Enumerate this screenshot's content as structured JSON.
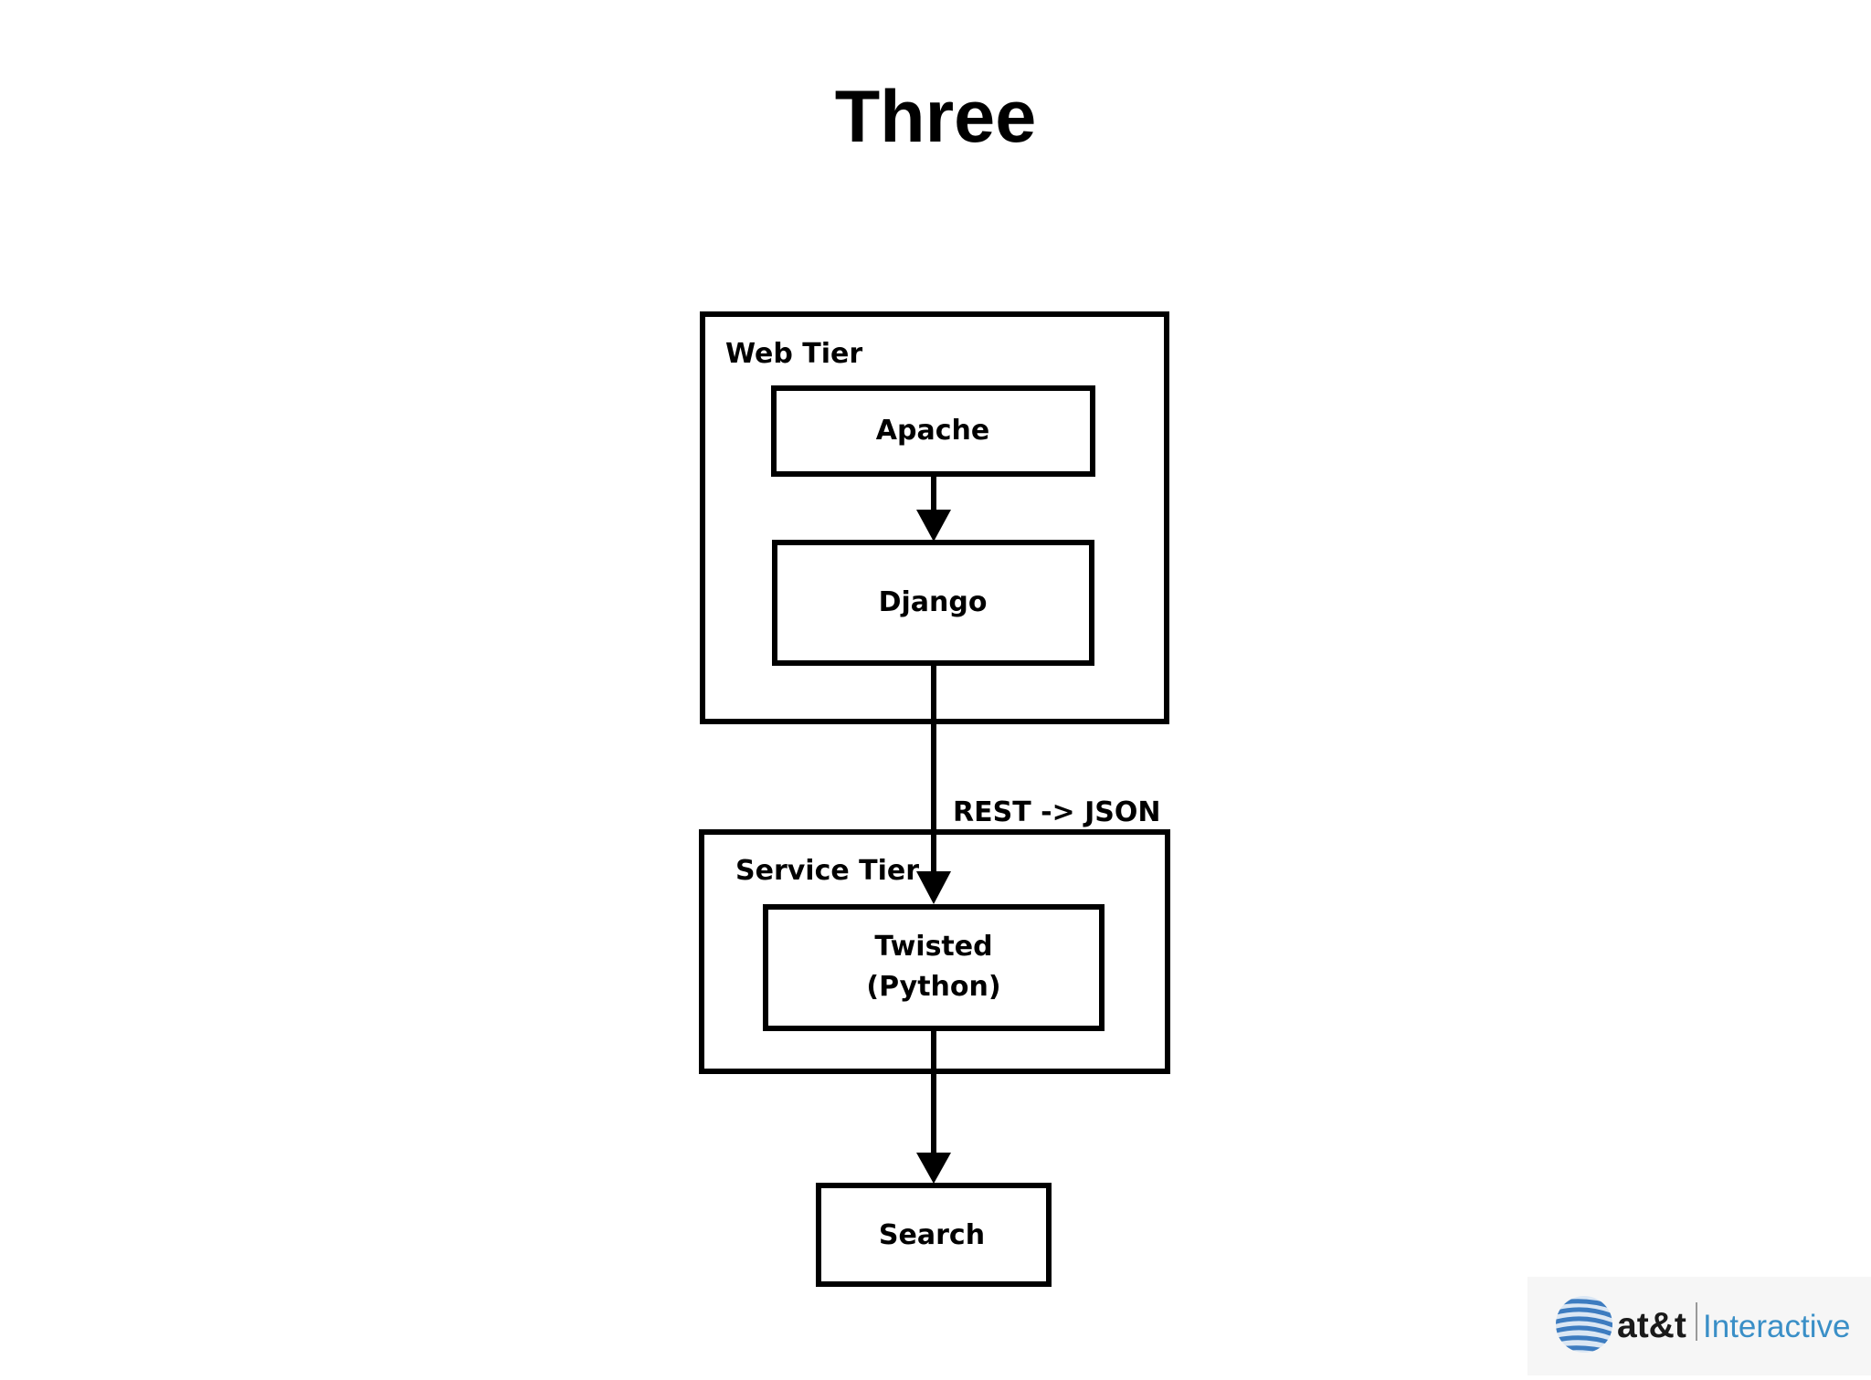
{
  "slide": {
    "title": "Three"
  },
  "diagram": {
    "web_tier": {
      "label": "Web Tier",
      "nodes": {
        "apache": "Apache",
        "django": "Django"
      }
    },
    "edge_label": "REST -> JSON",
    "service_tier": {
      "label": "Service Tier",
      "nodes": {
        "twisted_line1": "Twisted",
        "twisted_line2": "(Python)"
      }
    },
    "search": "Search"
  },
  "logo": {
    "brand": "at&t",
    "product": "Interactive",
    "colors": {
      "brand_text": "#1a1a1a",
      "product_text": "#3a8fc7",
      "globe": "#3d7cc0"
    }
  }
}
